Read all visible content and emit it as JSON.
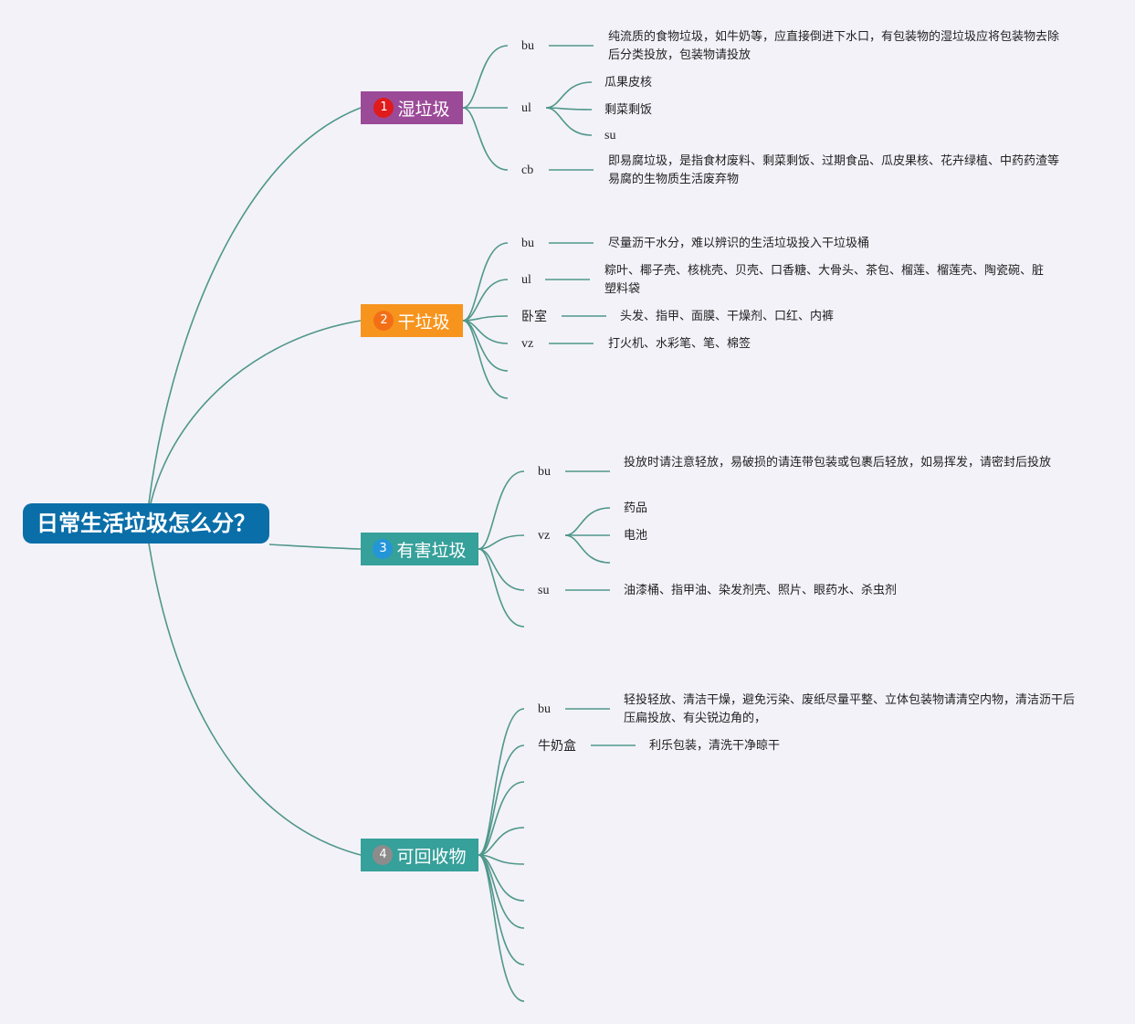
{
  "root": {
    "title": "日常生活垃圾怎么分？",
    "color": "#0a6ea8"
  },
  "topics": [
    {
      "label": "湿垃圾",
      "number": "1",
      "color": "#9b4a98",
      "badge_color": "#e01b1b",
      "children": [
        {
          "label": "bu",
          "texts": [
            "纯流质的食物垃圾，如牛奶等，应直接倒进下水口，有包装物的湿垃圾应将包装物去除后分类投放，包装物请投放"
          ]
        },
        {
          "label": "ul",
          "texts": [
            "瓜果皮核",
            "剩菜剩饭",
            "su"
          ]
        },
        {
          "label": "cb",
          "texts": [
            "即易腐垃圾，是指食材废料、剩菜剩饭、过期食品、瓜皮果核、花卉绿植、中药药渣等易腐的生物质生活废弃物"
          ]
        }
      ]
    },
    {
      "label": "干垃圾",
      "number": "2",
      "color": "#f7941d",
      "badge_color": "#f36f16",
      "children": [
        {
          "label": "bu",
          "texts": [
            "尽量沥干水分，难以辨识的生活垃圾投入干垃圾桶"
          ]
        },
        {
          "label": "ul",
          "texts": [
            "粽叶、椰子壳、核桃壳、贝壳、口香糖、大骨头、茶包、榴莲、榴莲壳、陶瓷碗、脏塑料袋"
          ]
        },
        {
          "label": "卧室",
          "texts": [
            "头发、指甲、面膜、干燥剂、口红、内裤"
          ]
        },
        {
          "label": "vz",
          "texts": [
            "打火机、水彩笔、笔、棉签"
          ]
        }
      ]
    },
    {
      "label": "有害垃圾",
      "number": "3",
      "color": "#36a09a",
      "badge_color": "#2496d8",
      "children": [
        {
          "label": "bu",
          "texts": [
            "投放时请注意轻放，易破损的请连带包装或包裹后轻放，如易挥发，请密封后投放"
          ]
        },
        {
          "label": "vz",
          "texts": [
            "药品",
            "电池"
          ]
        },
        {
          "label": "su",
          "texts": [
            "油漆桶、指甲油、染发剂壳、照片、眼药水、杀虫剂"
          ]
        }
      ]
    },
    {
      "label": "可回收物",
      "number": "4",
      "color": "#36a09a",
      "badge_color": "#8c8c8c",
      "children": [
        {
          "label": "bu",
          "texts": [
            "轻投轻放、清洁干燥，避免污染、废纸尽量平整、立体包装物请清空内物，清洁沥干后压扁投放、有尖锐边角的，"
          ]
        },
        {
          "label": "牛奶盒",
          "texts": [
            "利乐包装，清洗干净晾干"
          ]
        }
      ]
    }
  ],
  "link_color": "#4f978a"
}
